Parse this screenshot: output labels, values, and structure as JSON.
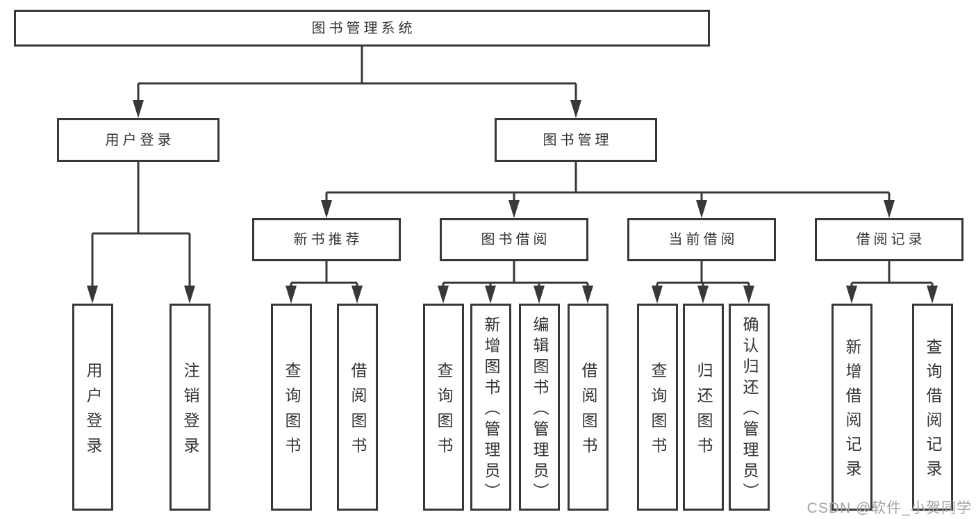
{
  "tree": {
    "root": {
      "label": "图书管理系统",
      "children": [
        {
          "label": "用户登录",
          "children": [
            {
              "label": "用户登录"
            },
            {
              "label": "注销登录"
            }
          ]
        },
        {
          "label": "图书管理",
          "children": [
            {
              "label": "新书推荐",
              "children": [
                {
                  "label": "查询图书"
                },
                {
                  "label": "借阅图书"
                }
              ]
            },
            {
              "label": "图书借阅",
              "children": [
                {
                  "label": "查询图书"
                },
                {
                  "label": "新增图书（管理员）"
                },
                {
                  "label": "编辑图书（管理员）"
                },
                {
                  "label": "借阅图书"
                }
              ]
            },
            {
              "label": "当前借阅",
              "children": [
                {
                  "label": "查询图书"
                },
                {
                  "label": "归还图书"
                },
                {
                  "label": "确认归还（管理员）"
                }
              ]
            },
            {
              "label": "借阅记录",
              "children": [
                {
                  "label": "新增借阅记录"
                },
                {
                  "label": "查询借阅记录"
                }
              ]
            }
          ]
        }
      ]
    }
  },
  "watermark": {
    "text": "CSDN @软件_小贺同学"
  },
  "colors": {
    "line": "#383838",
    "node_border": "#383838",
    "node_fill": "#ffffff",
    "text": "#333333",
    "watermark": "#a3a3a3",
    "background": "#ffffff"
  }
}
